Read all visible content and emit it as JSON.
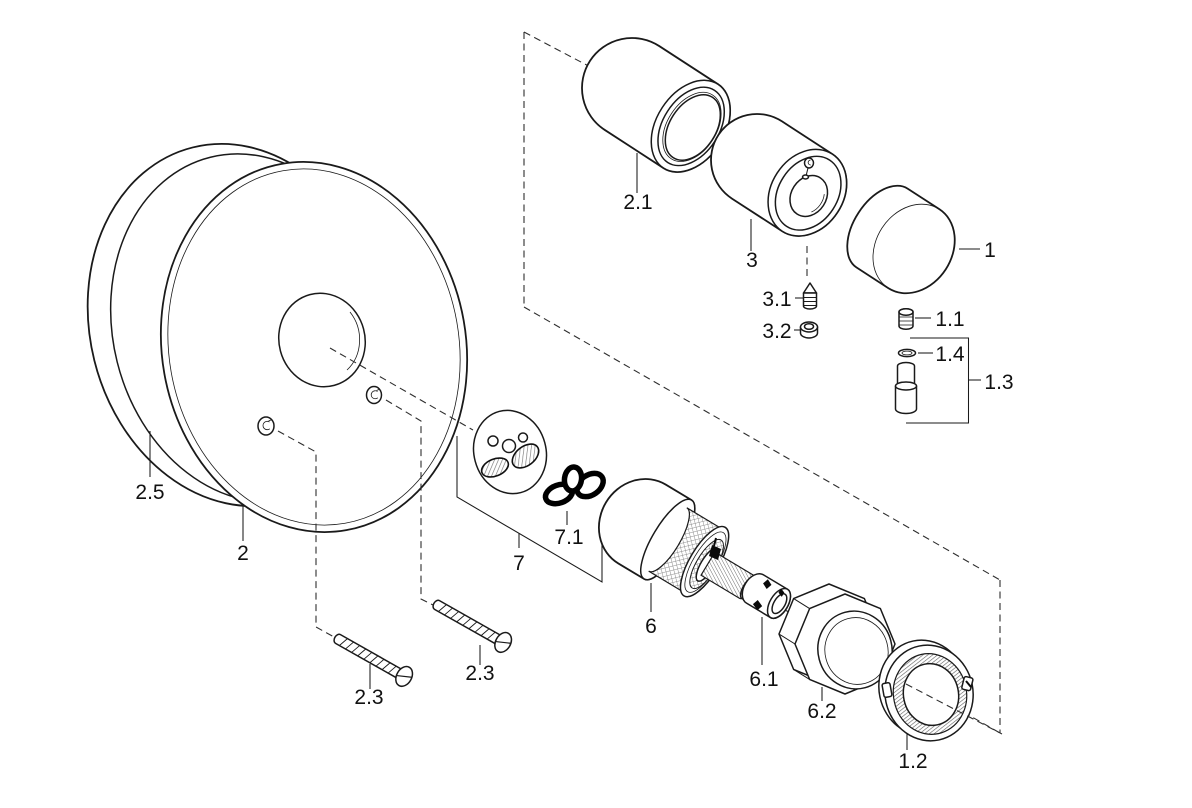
{
  "diagram": {
    "description": "Exploded spare-parts line diagram",
    "callouts": [
      {
        "label": "2.1"
      },
      {
        "label": "3"
      },
      {
        "label": "3.1"
      },
      {
        "label": "3.2"
      },
      {
        "label": "1"
      },
      {
        "label": "1.1"
      },
      {
        "label": "1.4"
      },
      {
        "label": "1.3"
      },
      {
        "label": "2.5"
      },
      {
        "label": "2"
      },
      {
        "label": "7"
      },
      {
        "label": "7.1"
      },
      {
        "label": "6"
      },
      {
        "label": "6.1"
      },
      {
        "label": "6.2"
      },
      {
        "label": "1.2"
      },
      {
        "label": "2.3"
      },
      {
        "label": "2.3"
      }
    ],
    "colors": {
      "line": "#1a1a1a",
      "background": "#ffffff",
      "seal": "#000000",
      "hatch": "#7a7a7a",
      "dash": "#2e2e2e"
    }
  }
}
